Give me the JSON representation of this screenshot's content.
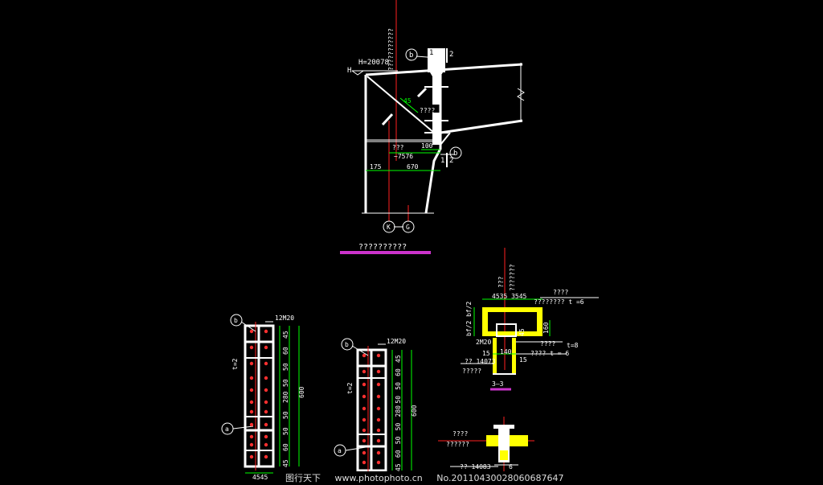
{
  "colors": {
    "background": "#000000",
    "steel": "#ffffff",
    "dim": "#00ff00",
    "axis": "#ff2020",
    "flange": "#ffff00",
    "title_bar": "#cc33cc",
    "text": "#ffffff"
  },
  "top_detail": {
    "title": "??????????",
    "elevation": "H=20078",
    "elev_h": "H",
    "note_vertical": "???????????",
    "label_b": "b",
    "label_1": "1",
    "label_2": "2",
    "bolt_spec": "????",
    "weld_note": "???",
    "dim_100": "100",
    "dim_7576": "~7576",
    "dim_175": "175",
    "dim_670": "670",
    "axis_k": "K",
    "axis_g": "G",
    "dim_45": "45"
  },
  "left_plate": {
    "bolts": "12M20",
    "label_b": "b",
    "label_a": "a",
    "thickness": "t=2",
    "dims": [
      "45",
      "60",
      "50",
      "50",
      "280",
      "50",
      "50",
      "60",
      "45"
    ],
    "dim_total": "600",
    "bottom_dim": "4545"
  },
  "mid_plate": {
    "bolts": "12M20",
    "label_b": "b",
    "label_a": "a",
    "thickness": "t=2",
    "dims": [
      "45",
      "60",
      "50",
      "50",
      "280",
      "50",
      "50",
      "60",
      "45"
    ],
    "dim_total": "600"
  },
  "section_33": {
    "title": "3—3",
    "note_top_1": "????",
    "note_top_2": "???????? t =6",
    "note_left": "???",
    "note_left2": "???????",
    "dims_top": "4535 3545",
    "side_dim": "bf/2 bf/2",
    "bolts": "2M20",
    "note_t8": "t=8",
    "note_right": "????",
    "note_t6": "???? t = 6",
    "dim_15a": "15",
    "dim_140": "140",
    "dim_15b": "15",
    "plate": "?? 14073",
    "plate_note": "?????",
    "dim_160": "160",
    "dim_45": "45"
  },
  "section_bottom": {
    "note_1": "????",
    "note_2": "??????",
    "plate": "?? 14083",
    "dim_6": "6"
  },
  "footer": {
    "site": "图行天下",
    "url": "www.photophoto.cn",
    "number": "No.20110430028060687647"
  }
}
